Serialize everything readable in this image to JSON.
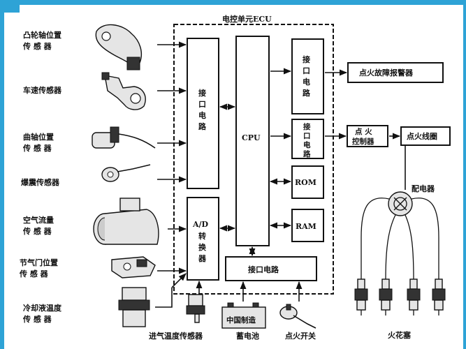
{
  "ecu": {
    "title": "电控单元ECU",
    "input_interface": [
      "接",
      "口",
      "电",
      "路"
    ],
    "ad_converter": [
      "A/D",
      "转",
      "换",
      "器"
    ],
    "cpu": "CPU",
    "rom": "ROM",
    "ram": "RAM",
    "output_interface_1": [
      "接",
      "口",
      "电",
      "路"
    ],
    "output_interface_2": [
      "接",
      "口",
      "电",
      "路"
    ],
    "bottom_interface": "接口电路"
  },
  "sensors": [
    {
      "lines": [
        "凸轮轴位置",
        "传  感  器"
      ],
      "icon": "camshaft-sensor-icon"
    },
    {
      "lines": [
        "车速传感器"
      ],
      "icon": "speed-sensor-icon"
    },
    {
      "lines": [
        "曲轴位置",
        "传  感  器"
      ],
      "icon": "crankshaft-sensor-icon"
    },
    {
      "lines": [
        "爆震传感器"
      ],
      "icon": "knock-sensor-icon"
    },
    {
      "lines": [
        "空气流量",
        "传  感  器"
      ],
      "icon": "airflow-sensor-icon"
    },
    {
      "lines": [
        "节气门位置",
        "传  感  器"
      ],
      "icon": "throttle-sensor-icon"
    },
    {
      "lines": [
        "冷却液温度",
        "传  感  器"
      ],
      "icon": "coolant-sensor-icon"
    }
  ],
  "bottom_inputs": {
    "intake_temp": "进气温度传感器",
    "battery": "蓄电池",
    "battery_plate": "中国制造",
    "ignition_switch": "点火开关"
  },
  "outputs": {
    "fault_alarm": "点火故障报警器",
    "igniter": [
      "点    火",
      "控制器"
    ],
    "coil": "点火线圈",
    "distributor": "配电器",
    "spark_plugs": "火花塞"
  },
  "colors": {
    "frame": "#2ea3d6",
    "ink": "#111111"
  }
}
